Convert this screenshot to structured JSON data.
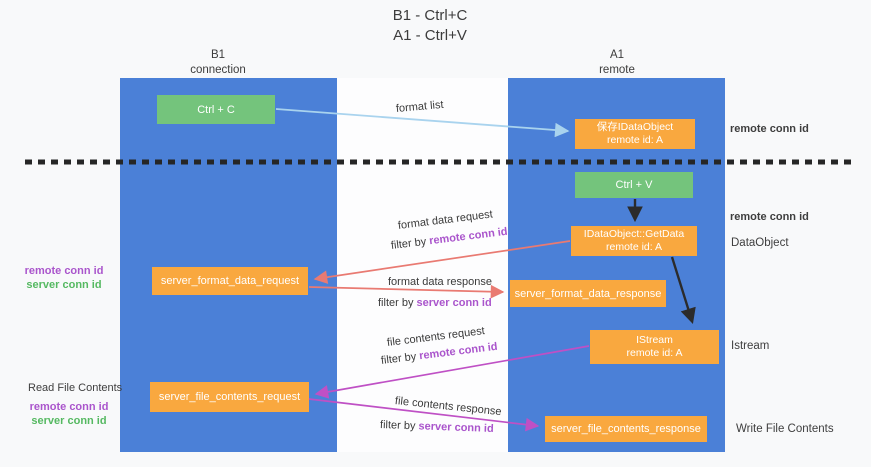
{
  "title": {
    "line1": "B1 - Ctrl+C",
    "line2": "A1 - Ctrl+V"
  },
  "lanes": {
    "left": {
      "name": "B1",
      "role": "connection"
    },
    "right": {
      "name": "A1",
      "role": "remote"
    }
  },
  "nodes": {
    "ctrl_c": {
      "label": "Ctrl + C"
    },
    "save_idataobject": {
      "line1": "保存IDataObject",
      "line2": "remote id: A"
    },
    "ctrl_v": {
      "label": "Ctrl + V"
    },
    "getdata": {
      "line1": "IDataObject::GetData",
      "line2": "remote id: A"
    },
    "format_request": {
      "label": "server_format_data_request"
    },
    "format_response": {
      "label": "server_format_data_response"
    },
    "istream": {
      "line1": "IStream",
      "line2": "remote id: A"
    },
    "file_request": {
      "label": "server_file_contents_request"
    },
    "file_response": {
      "label": "server_file_contents_response"
    }
  },
  "left_annotations": {
    "format_remote": "remote conn id",
    "format_server": "server conn id",
    "read_file": "Read File Contents",
    "file_remote": "remote conn id",
    "file_server": "server conn id"
  },
  "right_annotations": {
    "remote_top": "remote conn id",
    "remote_mid": "remote conn id",
    "dataobject": "DataObject",
    "istream": "Istream",
    "write_file": "Write File Contents"
  },
  "edges": {
    "format_list": "format list",
    "format_data_request": "format data request",
    "format_data_response": "format data response",
    "file_contents_request": "file contents request",
    "file_contents_response": "file contents response",
    "filter_by": "filter by ",
    "remote_conn_id": "remote conn id",
    "server_conn_id": "server conn id"
  },
  "colors": {
    "lane_blue": "#4b80d7",
    "node_green": "#74c47c",
    "node_orange": "#f9a83f",
    "text_purple": "#aa55cc",
    "text_green": "#55b961",
    "arrow_salmon": "#e97a72",
    "arrow_magenta": "#bf50c5",
    "arrow_black": "#2b2b2b",
    "arrow_lightblue": "#a9d3ee",
    "dashed_line": "#262626"
  }
}
